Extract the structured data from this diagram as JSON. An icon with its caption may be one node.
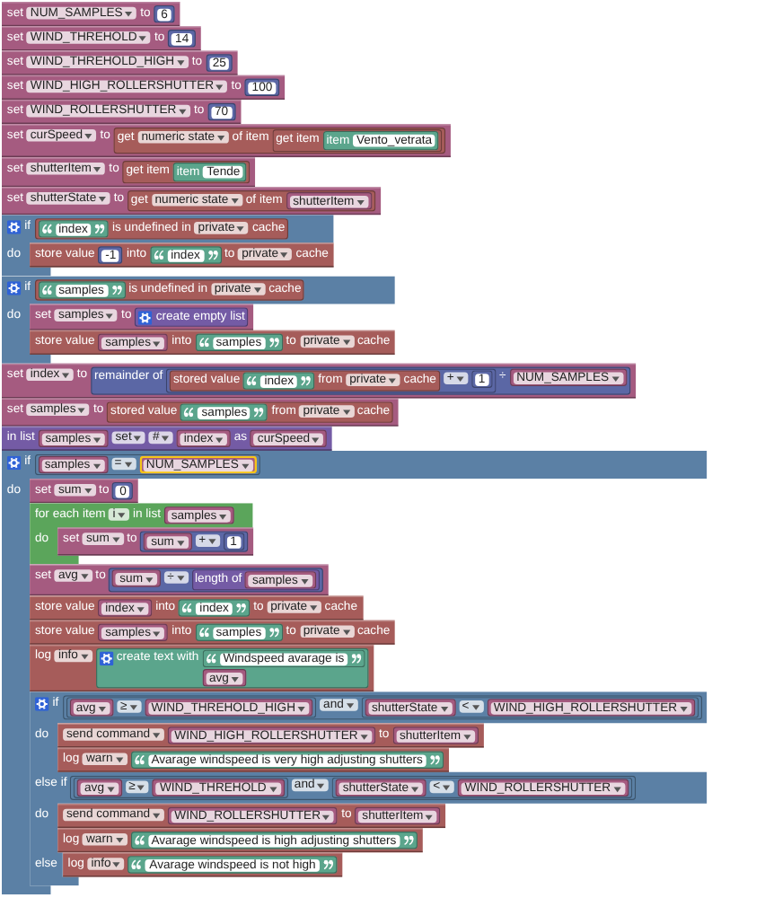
{
  "diagram": {
    "nodes": [
      {
        "text": [
          "set",
          "NUM_SAMPLES",
          "to"
        ]
      },
      {
        "text": [
          "6"
        ],
        "in": 0
      },
      {
        "text": [
          "set",
          "WIND_THREHOLD",
          "to"
        ]
      },
      {
        "text": [
          "14"
        ],
        "in": 2
      },
      {
        "text": [
          "set",
          "WIND_THREHOLD_HIGH",
          "to"
        ]
      },
      {
        "text": [
          "25"
        ],
        "in": 4
      },
      {
        "text": [
          "set",
          "WIND_HIGH_ROLLERSHUTTER",
          "to"
        ]
      },
      {
        "text": [
          "100"
        ],
        "in": 6
      },
      {
        "text": [
          "set",
          "WIND_ROLLERSHUTTER",
          "to"
        ]
      },
      {
        "text": [
          "70"
        ],
        "in": 8
      },
      {
        "text": [
          "set",
          "curSpeed",
          "to"
        ]
      },
      {
        "text": [
          "get",
          "numeric state",
          "of item"
        ],
        "in": 10
      },
      {
        "text": [
          "get item"
        ],
        "in": 11
      },
      {
        "text": [
          "item",
          "Vento_vetrata"
        ],
        "in": 12
      },
      {
        "text": [
          "set",
          "shutterItem",
          "to"
        ]
      },
      {
        "text": [
          "get item"
        ],
        "in": 14
      },
      {
        "text": [
          "item",
          "Tende"
        ],
        "in": 15
      },
      {
        "text": [
          "set",
          "shutterState",
          "to"
        ]
      },
      {
        "text": [
          "get",
          "numeric state",
          "of item"
        ],
        "in": 17
      },
      {
        "text": [
          "shutterItem"
        ],
        "in": 18
      },
      {
        "text": [
          "if",
          "do"
        ]
      },
      {
        "text": [
          "is undefined in",
          "private",
          "cache"
        ],
        "in": 20
      },
      {
        "text": [
          "index"
        ],
        "in": 21
      },
      {
        "text": [
          "store value",
          "into",
          "to",
          "private",
          "cache"
        ],
        "in": 20
      },
      {
        "text": [
          "-1"
        ],
        "in": 23
      },
      {
        "text": [
          "index"
        ],
        "in": 23
      },
      {
        "text": [
          "if",
          "do"
        ]
      },
      {
        "text": [
          "is undefined in",
          "private",
          "cache"
        ],
        "in": 26
      },
      {
        "text": [
          "samples"
        ],
        "in": 27
      },
      {
        "text": [
          "set",
          "samples",
          "to"
        ],
        "in": 26
      },
      {
        "text": [
          "create empty list"
        ],
        "in": 29
      },
      {
        "text": [
          "store value",
          "into",
          "to",
          "private",
          "cache"
        ],
        "in": 26
      },
      {
        "text": [
          "samples"
        ],
        "in": 31
      },
      {
        "text": [
          "samples"
        ],
        "in": 31
      },
      {
        "text": [
          "set",
          "index",
          "to"
        ]
      },
      {
        "text": [
          "remainder of",
          "÷"
        ],
        "in": 34
      },
      {
        "text": [
          "+"
        ],
        "in": 35
      },
      {
        "text": [
          "stored value",
          "from",
          "private",
          "cache"
        ],
        "in": 36
      },
      {
        "text": [
          "index"
        ],
        "in": 37
      },
      {
        "text": [
          "1"
        ],
        "in": 36
      },
      {
        "text": [
          "NUM_SAMPLES"
        ],
        "in": 35
      },
      {
        "text": [
          "set",
          "samples",
          "to"
        ]
      },
      {
        "text": [
          "stored value",
          "from",
          "private",
          "cache"
        ],
        "in": 41
      },
      {
        "text": [
          "samples"
        ],
        "in": 42
      },
      {
        "text": [
          "in list",
          "set",
          "#",
          "as"
        ]
      },
      {
        "text": [
          "samples"
        ],
        "in": 44
      },
      {
        "text": [
          "index"
        ],
        "in": 44
      },
      {
        "text": [
          "curSpeed"
        ],
        "in": 44
      },
      {
        "text": [
          "if",
          "do"
        ]
      },
      {
        "text": [
          "="
        ],
        "in": 48
      },
      {
        "text": [
          "samples"
        ],
        "in": 49
      },
      {
        "text": [
          "NUM_SAMPLES"
        ],
        "in": 49
      },
      {
        "text": [
          "set",
          "sum",
          "to"
        ],
        "in": 48
      },
      {
        "text": [
          "0"
        ],
        "in": 52
      },
      {
        "text": [
          "for each item",
          "i",
          "in list",
          "do"
        ],
        "in": 48
      },
      {
        "text": [
          "samples"
        ],
        "in": 54
      },
      {
        "text": [
          "set",
          "sum",
          "to"
        ],
        "in": 54
      },
      {
        "text": [
          "+"
        ],
        "in": 56
      },
      {
        "text": [
          "sum"
        ],
        "in": 57
      },
      {
        "text": [
          "1"
        ],
        "in": 57
      },
      {
        "text": [
          "set",
          "avg",
          "to"
        ],
        "in": 48
      },
      {
        "text": [
          "÷"
        ],
        "in": 60
      },
      {
        "text": [
          "sum"
        ],
        "in": 61
      },
      {
        "text": [
          "length of"
        ],
        "in": 61
      },
      {
        "text": [
          "samples"
        ],
        "in": 63
      },
      {
        "text": [
          "store value",
          "into",
          "to",
          "private",
          "cache"
        ],
        "in": 48
      },
      {
        "text": [
          "index"
        ],
        "in": 65
      },
      {
        "text": [
          "index"
        ],
        "in": 65
      },
      {
        "text": [
          "store value",
          "into",
          "to",
          "private",
          "cache"
        ],
        "in": 48
      },
      {
        "text": [
          "samples"
        ],
        "in": 68
      },
      {
        "text": [
          "samples"
        ],
        "in": 68
      },
      {
        "text": [
          "log",
          "info"
        ],
        "in": 48
      },
      {
        "text": [
          "create text with"
        ],
        "in": 71
      },
      {
        "text": [
          "Windspeed avarage is"
        ],
        "in": 72
      },
      {
        "text": [
          "avg"
        ],
        "in": 72
      },
      {
        "text": [
          "if",
          "do",
          "else if",
          "do",
          "else"
        ],
        "in": 48
      },
      {
        "text": [
          "and"
        ],
        "in": 75
      },
      {
        "text": [
          "≥"
        ],
        "in": 76
      },
      {
        "text": [
          "avg"
        ],
        "in": 77
      },
      {
        "text": [
          "WIND_THREHOLD_HIGH"
        ],
        "in": 77
      },
      {
        "text": [
          "<"
        ],
        "in": 76
      },
      {
        "text": [
          "shutterState"
        ],
        "in": 80
      },
      {
        "text": [
          "WIND_HIGH_ROLLERSHUTTER"
        ],
        "in": 80
      },
      {
        "text": [
          "send command",
          "to"
        ],
        "in": 75
      },
      {
        "text": [
          "WIND_HIGH_ROLLERSHUTTER"
        ],
        "in": 83
      },
      {
        "text": [
          "shutterItem"
        ],
        "in": 83
      },
      {
        "text": [
          "log",
          "warn"
        ],
        "in": 75
      },
      {
        "text": [
          "Avarage windspeed is very high adjusting shutters"
        ],
        "in": 86
      },
      {
        "text": [
          "and"
        ],
        "in": 75
      },
      {
        "text": [
          "≥"
        ],
        "in": 88
      },
      {
        "text": [
          "avg"
        ],
        "in": 89
      },
      {
        "text": [
          "WIND_THREHOLD"
        ],
        "in": 89
      },
      {
        "text": [
          "<"
        ],
        "in": 88
      },
      {
        "text": [
          "shutterState"
        ],
        "in": 92
      },
      {
        "text": [
          "WIND_ROLLERSHUTTER"
        ],
        "in": 92
      },
      {
        "text": [
          "send command",
          "to"
        ],
        "in": 75
      },
      {
        "text": [
          "WIND_ROLLERSHUTTER"
        ],
        "in": 95
      },
      {
        "text": [
          "shutterItem"
        ],
        "in": 95
      },
      {
        "text": [
          "log",
          "warn"
        ],
        "in": 75
      },
      {
        "text": [
          "Avarage windspeed is high adjusting shutters"
        ],
        "in": 98
      },
      {
        "text": [
          "log",
          "info"
        ],
        "in": 75
      },
      {
        "text": [
          "Avarage windspeed is not high"
        ],
        "in": 100
      }
    ]
  }
}
